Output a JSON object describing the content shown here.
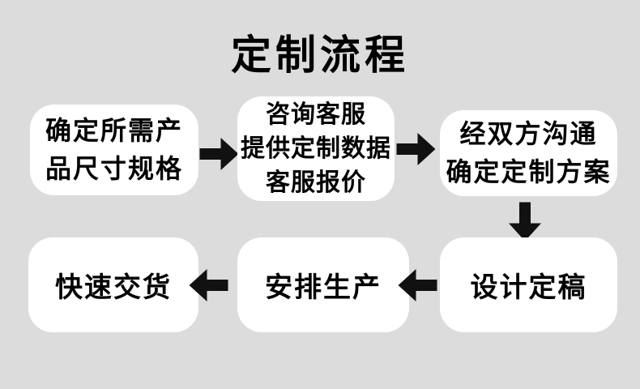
{
  "colors": {
    "background": "#dcdcdc",
    "box_background": "#ffffff",
    "text": "#000000",
    "arrow": "#111111"
  },
  "title": "定制流程",
  "steps": [
    {
      "lines": [
        "确定所需产",
        "品尺寸规格"
      ]
    },
    {
      "lines": [
        "咨询客服",
        "提供定制数据",
        "客服报价"
      ]
    },
    {
      "lines": [
        "经双方沟通",
        "确定定制方案"
      ]
    },
    {
      "lines": [
        "设计定稿"
      ]
    },
    {
      "lines": [
        "安排生产"
      ]
    },
    {
      "lines": [
        "快速交货"
      ]
    }
  ],
  "connectors": [
    {
      "from_step": 1,
      "to_step": 2,
      "direction": "right"
    },
    {
      "from_step": 2,
      "to_step": 3,
      "direction": "right"
    },
    {
      "from_step": 3,
      "to_step": 4,
      "direction": "down"
    },
    {
      "from_step": 4,
      "to_step": 5,
      "direction": "left"
    },
    {
      "from_step": 5,
      "to_step": 6,
      "direction": "left"
    }
  ]
}
